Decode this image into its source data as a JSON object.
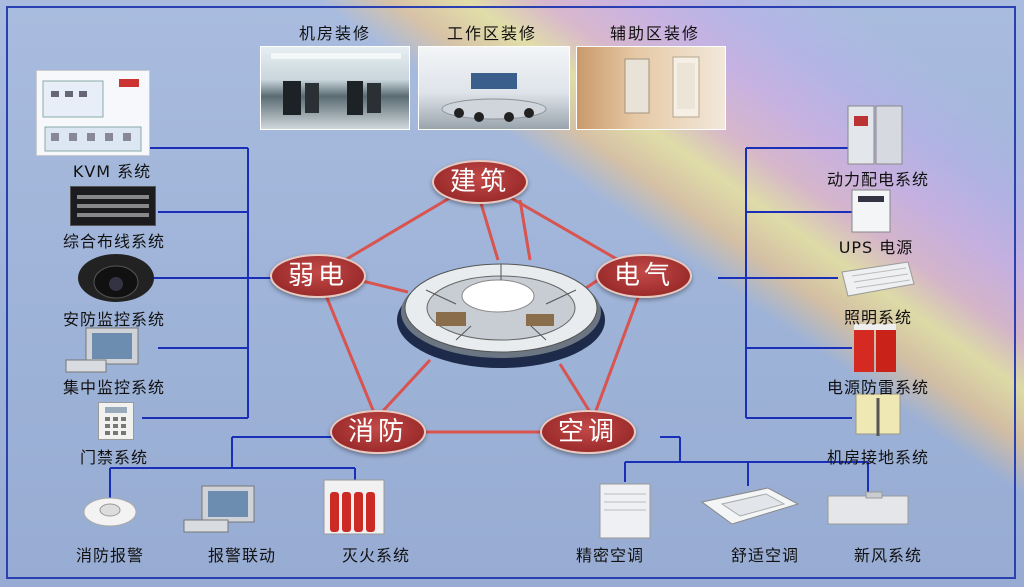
{
  "top_labels": [
    "机房装修",
    "工作区装修",
    "辅助区装修"
  ],
  "nodes": {
    "top": "建筑",
    "left": "弱电",
    "right": "电气",
    "bottom_left": "消防",
    "bottom_right": "空调"
  },
  "left_items": [
    "KVM 系统",
    "综合布线系统",
    "安防监控系统",
    "集中监控系统",
    "门禁系统"
  ],
  "right_items": [
    "动力配电系统",
    "UPS 电源",
    "照明系统",
    "电源防雷系统",
    "机房接地系统"
  ],
  "bottom_left_items": [
    "消防报警",
    "报警联动",
    "灭火系统"
  ],
  "bottom_right_items": [
    "精密空调",
    "舒适空调",
    "新风系统"
  ],
  "colors": {
    "pentagon_line": "#d9534f",
    "branch_line": "#1a2fb8",
    "node_fill": "#a83232"
  }
}
